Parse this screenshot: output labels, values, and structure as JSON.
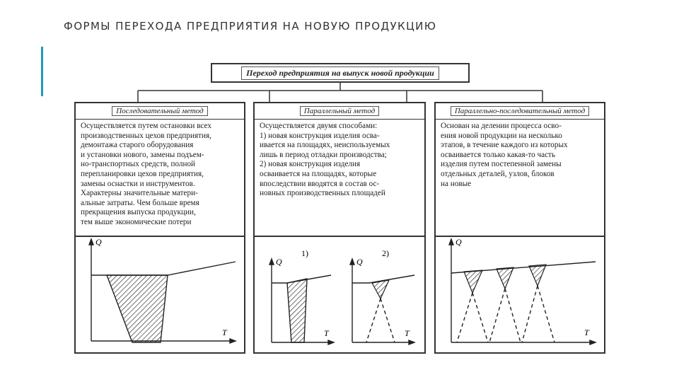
{
  "slide": {
    "title": "ФОРМЫ ПЕРЕХОДА ПРЕДПРИЯТИЯ НА НОВУЮ ПРОДУКЦИЮ",
    "accent_color": "#1e9bb5"
  },
  "diagram": {
    "root": "Переход предприятия на выпуск новой продукции",
    "methods": [
      {
        "title": "Последовательный метод",
        "description": "Осуществляется путем остановки всех\nпроизводственных цехов предприятия,\nдемонтажа старого оборудования\nи установки нового, замены подъем-\nно-транспортных средств, полной\nперепланировки цехов предприятия,\nзамены оснастки и инструментов.\nХарактерны значительные матери-\nальные затраты. Чем больше время\nпрекращения выпуска продукции,\nтем выше экономические потери",
        "graph": {
          "y_label": "Q",
          "x_label": "T"
        }
      },
      {
        "title": "Параллельный метод",
        "description": "Осуществляется двумя способами:\n1) новая конструкция изделия осва-\nивается на площадях, неиспользуемых\nлишь в период отладки производства;\n2) новая конструкция изделия\nосваивается на площадях, которые\nвпоследствии вводятся в состав ос-\nновных производственных площадей",
        "graphs": [
          {
            "number": "1)",
            "y_label": "Q",
            "x_label": "T"
          },
          {
            "number": "2)",
            "y_label": "Q",
            "x_label": "T"
          }
        ]
      },
      {
        "title": "Параллельно-последовательный метод",
        "description": "Основан на делении процесса осво-\nения новой продукции на несколько\nэтапов, в течение каждого из которых\nосваивается только какая-то часть\nизделия путем постепенной замены\nотдельных деталей, узлов, блоков\nна новые",
        "graph": {
          "y_label": "Q",
          "x_label": "T"
        }
      }
    ]
  }
}
